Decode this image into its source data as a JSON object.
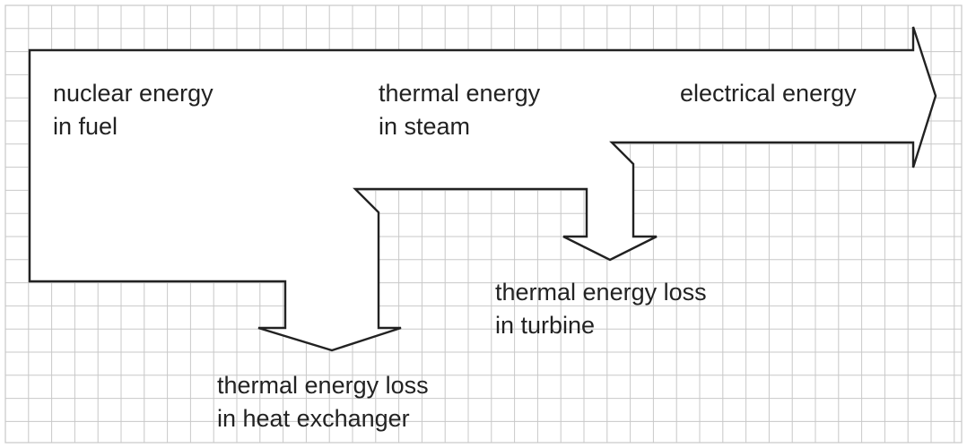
{
  "colors": {
    "grid_line": "#c8c8c8",
    "outline": "#222222",
    "text": "#222222",
    "background": "#ffffff"
  },
  "labels": {
    "nuclear": [
      "nuclear energy",
      "in fuel"
    ],
    "steam": [
      "thermal energy",
      "in steam"
    ],
    "electrical": [
      "electrical energy"
    ],
    "turbine_loss": [
      "thermal energy loss",
      "in turbine"
    ],
    "heat_exchanger_loss": [
      "thermal energy loss",
      "in heat exchanger"
    ]
  }
}
